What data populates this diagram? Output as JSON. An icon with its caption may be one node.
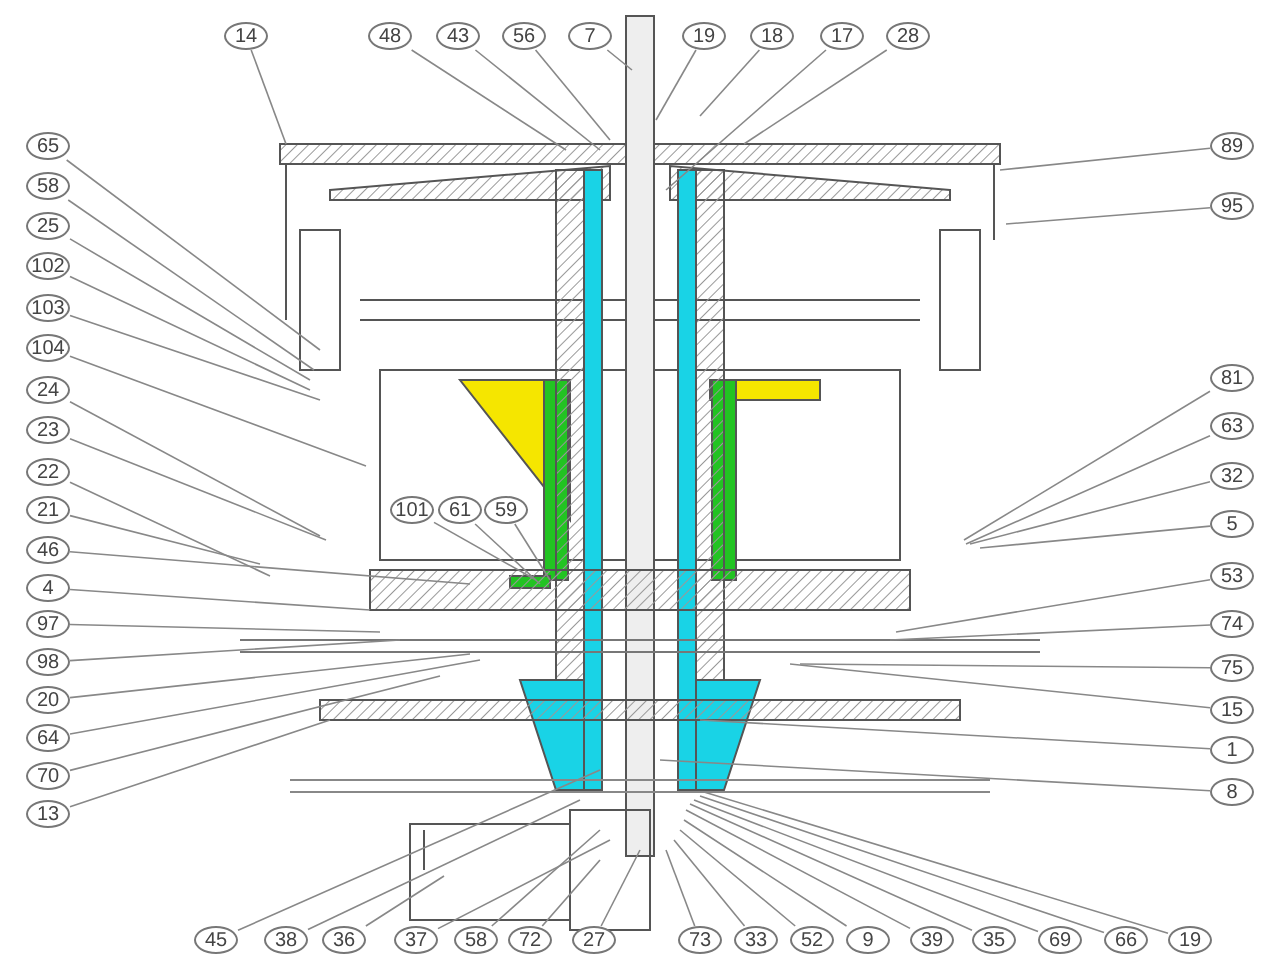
{
  "diagram": {
    "nodes": [
      {
        "text": [
          "14"
        ]
      },
      {
        "text": [
          "48"
        ]
      },
      {
        "text": [
          "43"
        ]
      },
      {
        "text": [
          "56"
        ]
      },
      {
        "text": [
          "7"
        ]
      },
      {
        "text": [
          "19"
        ]
      },
      {
        "text": [
          "18"
        ]
      },
      {
        "text": [
          "17"
        ]
      },
      {
        "text": [
          "28"
        ]
      },
      {
        "text": [
          "65"
        ]
      },
      {
        "text": [
          "58"
        ]
      },
      {
        "text": [
          "25"
        ]
      },
      {
        "text": [
          "102"
        ]
      },
      {
        "text": [
          "103"
        ]
      },
      {
        "text": [
          "104"
        ]
      },
      {
        "text": [
          "24"
        ]
      },
      {
        "text": [
          "23"
        ]
      },
      {
        "text": [
          "22"
        ]
      },
      {
        "text": [
          "21"
        ]
      },
      {
        "text": [
          "46"
        ]
      },
      {
        "text": [
          "4"
        ]
      },
      {
        "text": [
          "97"
        ]
      },
      {
        "text": [
          "98"
        ]
      },
      {
        "text": [
          "20"
        ]
      },
      {
        "text": [
          "64"
        ]
      },
      {
        "text": [
          "70"
        ]
      },
      {
        "text": [
          "13"
        ]
      },
      {
        "text": [
          "101"
        ]
      },
      {
        "text": [
          "61"
        ]
      },
      {
        "text": [
          "59"
        ]
      },
      {
        "text": [
          "89"
        ]
      },
      {
        "text": [
          "95"
        ]
      },
      {
        "text": [
          "81"
        ]
      },
      {
        "text": [
          "63"
        ]
      },
      {
        "text": [
          "32"
        ]
      },
      {
        "text": [
          "5"
        ]
      },
      {
        "text": [
          "53"
        ]
      },
      {
        "text": [
          "74"
        ]
      },
      {
        "text": [
          "75"
        ]
      },
      {
        "text": [
          "15"
        ]
      },
      {
        "text": [
          "1"
        ]
      },
      {
        "text": [
          "8"
        ]
      },
      {
        "text": [
          "45"
        ]
      },
      {
        "text": [
          "38"
        ]
      },
      {
        "text": [
          "36"
        ]
      },
      {
        "text": [
          "37"
        ]
      },
      {
        "text": [
          "58"
        ]
      },
      {
        "text": [
          "72"
        ]
      },
      {
        "text": [
          "27"
        ]
      },
      {
        "text": [
          "73"
        ]
      },
      {
        "text": [
          "33"
        ]
      },
      {
        "text": [
          "52"
        ]
      },
      {
        "text": [
          "9"
        ]
      },
      {
        "text": [
          "39"
        ]
      },
      {
        "text": [
          "35"
        ]
      },
      {
        "text": [
          "69"
        ]
      },
      {
        "text": [
          "66"
        ]
      },
      {
        "text": [
          "19"
        ]
      }
    ],
    "edges": [
      {
        "from": 0,
        "to": null,
        "arrow": "none"
      },
      {
        "from": 1,
        "to": null,
        "arrow": "none"
      },
      {
        "from": 2,
        "to": null,
        "arrow": "none"
      },
      {
        "from": 3,
        "to": null,
        "arrow": "none"
      },
      {
        "from": 4,
        "to": null,
        "arrow": "none"
      },
      {
        "from": 5,
        "to": null,
        "arrow": "none"
      },
      {
        "from": 6,
        "to": null,
        "arrow": "none"
      },
      {
        "from": 7,
        "to": null,
        "arrow": "none"
      },
      {
        "from": 8,
        "to": null,
        "arrow": "none"
      },
      {
        "from": 9,
        "to": null,
        "arrow": "none"
      },
      {
        "from": 10,
        "to": null,
        "arrow": "none"
      },
      {
        "from": 11,
        "to": null,
        "arrow": "none"
      },
      {
        "from": 12,
        "to": null,
        "arrow": "none"
      },
      {
        "from": 13,
        "to": null,
        "arrow": "none"
      },
      {
        "from": 14,
        "to": null,
        "arrow": "none"
      },
      {
        "from": 15,
        "to": null,
        "arrow": "none"
      },
      {
        "from": 16,
        "to": null,
        "arrow": "none"
      },
      {
        "from": 17,
        "to": null,
        "arrow": "none"
      },
      {
        "from": 18,
        "to": null,
        "arrow": "none"
      },
      {
        "from": 19,
        "to": null,
        "arrow": "none"
      },
      {
        "from": 20,
        "to": null,
        "arrow": "none"
      },
      {
        "from": 21,
        "to": null,
        "arrow": "none"
      },
      {
        "from": 22,
        "to": null,
        "arrow": "none"
      },
      {
        "from": 23,
        "to": null,
        "arrow": "none"
      },
      {
        "from": 24,
        "to": null,
        "arrow": "none"
      },
      {
        "from": 25,
        "to": null,
        "arrow": "none"
      },
      {
        "from": 26,
        "to": null,
        "arrow": "none"
      },
      {
        "from": 27,
        "to": null,
        "arrow": "none"
      },
      {
        "from": 28,
        "to": null,
        "arrow": "none"
      },
      {
        "from": 29,
        "to": null,
        "arrow": "none"
      },
      {
        "from": 30,
        "to": null,
        "arrow": "none"
      },
      {
        "from": 31,
        "to": null,
        "arrow": "none"
      },
      {
        "from": 32,
        "to": null,
        "arrow": "none"
      },
      {
        "from": 33,
        "to": null,
        "arrow": "none"
      },
      {
        "from": 34,
        "to": null,
        "arrow": "none"
      },
      {
        "from": 35,
        "to": null,
        "arrow": "none"
      },
      {
        "from": 36,
        "to": null,
        "arrow": "none"
      },
      {
        "from": 37,
        "to": null,
        "arrow": "none"
      },
      {
        "from": 38,
        "to": null,
        "arrow": "none"
      },
      {
        "from": 39,
        "to": null,
        "arrow": "none"
      },
      {
        "from": 40,
        "to": null,
        "arrow": "none"
      },
      {
        "from": 41,
        "to": null,
        "arrow": "none"
      },
      {
        "from": 42,
        "to": null,
        "arrow": "none"
      },
      {
        "from": 43,
        "to": null,
        "arrow": "none"
      },
      {
        "from": 44,
        "to": null,
        "arrow": "none"
      },
      {
        "from": 45,
        "to": null,
        "arrow": "none"
      },
      {
        "from": 46,
        "to": null,
        "arrow": "none"
      },
      {
        "from": 47,
        "to": null,
        "arrow": "none"
      },
      {
        "from": 48,
        "to": null,
        "arrow": "none"
      },
      {
        "from": 49,
        "to": null,
        "arrow": "none"
      },
      {
        "from": 50,
        "to": null,
        "arrow": "none"
      },
      {
        "from": 51,
        "to": null,
        "arrow": "none"
      },
      {
        "from": 52,
        "to": null,
        "arrow": "none"
      },
      {
        "from": 53,
        "to": null,
        "arrow": "none"
      },
      {
        "from": 54,
        "to": null,
        "arrow": "none"
      },
      {
        "from": 55,
        "to": null,
        "arrow": "none"
      },
      {
        "from": 56,
        "to": null,
        "arrow": "none"
      },
      {
        "from": 57,
        "to": null,
        "arrow": "none"
      }
    ]
  }
}
